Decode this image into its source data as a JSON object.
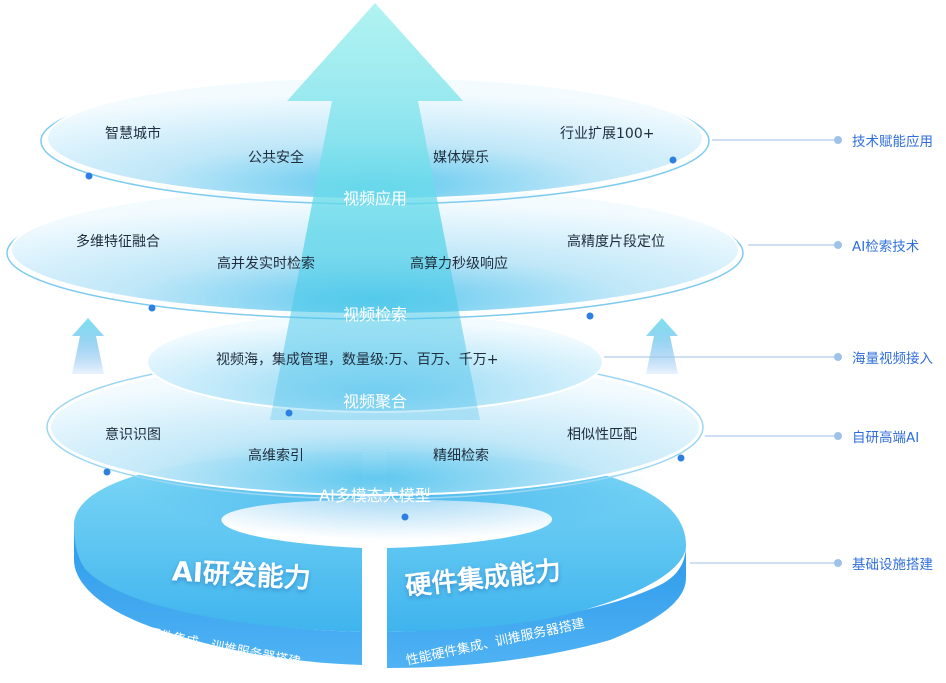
{
  "layers": {
    "app": {
      "title": "视频应用",
      "items": [
        "智慧城市",
        "公共安全",
        "媒体娱乐",
        "行业扩展100+"
      ]
    },
    "search": {
      "title": "视频检索",
      "items": [
        "多维特征融合",
        "高并发实时检索",
        "高算力秒级响应",
        "高精度片段定位"
      ]
    },
    "aggregate": {
      "title": "视频聚合",
      "desc": "视频海，集成管理，数量级:万、百万、千万+"
    },
    "model": {
      "title": "AI多模态大模型",
      "items": [
        "意识识图",
        "高维索引",
        "精细检索",
        "相似性匹配"
      ]
    }
  },
  "base": {
    "left_title": "AI研发能力",
    "left_sub": "性能硬件集成、训推服务器搭建",
    "right_title": "硬件集成能力",
    "right_sub": "性能硬件集成、训推服务器搭建"
  },
  "side_labels": [
    "技术赋能应用",
    "AI检索技术",
    "海量视频接入",
    "自研高端AI",
    "基础设施搭建"
  ],
  "colors": {
    "accent": "#2f6fdc",
    "ring": "#3aa7e8",
    "base_top": "#4fc3f2",
    "base_side": "#2e86e6"
  }
}
